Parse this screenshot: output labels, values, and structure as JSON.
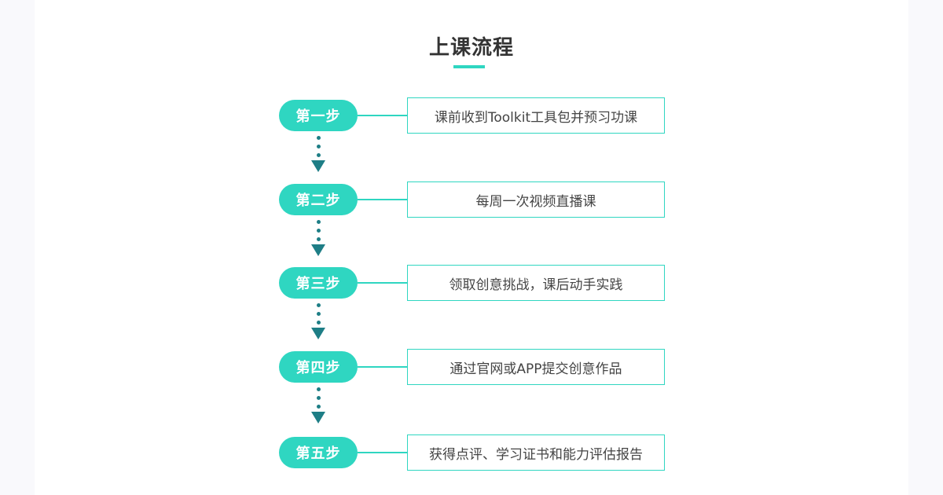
{
  "title": "上课流程",
  "steps": [
    {
      "label": "第一步",
      "text": "课前收到Toolkit工具包并预习功课"
    },
    {
      "label": "第二步",
      "text": "每周一次视频直播课"
    },
    {
      "label": "第三步",
      "text": "领取创意挑战，课后动手实践"
    },
    {
      "label": "第四步",
      "text": "通过官网或APP提交创意作品"
    },
    {
      "label": "第五步",
      "text": "获得点评、学习证书和能力评估报告"
    }
  ],
  "colors": {
    "accent": "#2fd6c1",
    "arrow": "#1e7e86",
    "title": "#333333"
  }
}
